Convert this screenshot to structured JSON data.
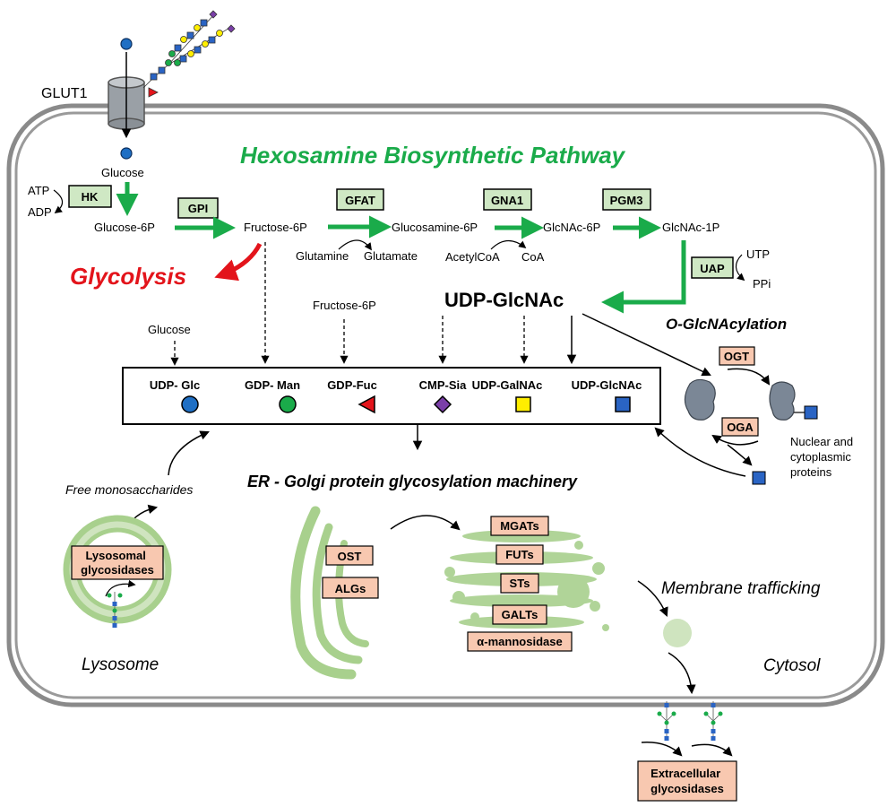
{
  "title": "Hexosamine Biosynthetic Pathway",
  "transporter": "GLUT1",
  "metabolites": {
    "glucose": "Glucose",
    "glucose_6p": "Glucose-6P",
    "fructose_6p": "Fructose-6P",
    "glucosamine_6p": "Glucosamine-6P",
    "glcnac_6p": "GlcNAc-6P",
    "glcnac_1p": "GlcNAc-1P",
    "udp_glcnac": "UDP-GlcNAc"
  },
  "cofactors": {
    "atp": "ATP",
    "adp": "ADP",
    "glutamine": "Glutamine",
    "glutamate": "Glutamate",
    "acetylcoa": "AcetylCoA",
    "coa": "CoA",
    "utp": "UTP",
    "ppi": "PPi"
  },
  "enzymes": {
    "hk": "HK",
    "gpi": "GPI",
    "gfat": "GFAT",
    "gna1": "GNA1",
    "pgm3": "PGM3",
    "uap": "UAP",
    "ogt": "OGT",
    "oga": "OGA"
  },
  "glycolysis": "Glycolysis",
  "o_glcnacylation": "O-GlcNAcylation",
  "sugar_inputs": {
    "glucose": "Glucose",
    "fructose_6p": "Fructose-6P"
  },
  "nucleotide_sugars": [
    {
      "label": "UDP- Glc",
      "color": "#1f6fc4",
      "shape": "circle"
    },
    {
      "label": "GDP- Man",
      "color": "#1aab4a",
      "shape": "circle"
    },
    {
      "label": "GDP-Fuc",
      "color": "#e3141b",
      "shape": "triangle"
    },
    {
      "label": "CMP-Sia",
      "color": "#7a3fa8",
      "shape": "diamond"
    },
    {
      "label": "UDP-GalNAc",
      "color": "#ffee00",
      "shape": "square"
    },
    {
      "label": "UDP-GlcNAc",
      "color": "#2a64c4",
      "shape": "square"
    }
  ],
  "nuclear_proteins": "Nuclear and cytoplasmic proteins",
  "machinery_title": "ER - Golgi protein glycosylation machinery",
  "free_monosaccharides": "Free monosaccharides",
  "lysosome": {
    "enzyme": "Lysosomal glycosidases",
    "label": "Lysosome"
  },
  "er": {
    "enzymes": [
      "OST",
      "ALGs"
    ]
  },
  "golgi": {
    "enzymes": [
      "MGATs",
      "FUTs",
      "STs",
      "GALTs",
      "α-mannosidase"
    ]
  },
  "membrane_trafficking": "Membrane trafficking",
  "cytosol": "Cytosol",
  "extracellular": "Extracellular glycosidases",
  "colors": {
    "hbp_green": "#1aab4a",
    "glycolysis_red": "#e3141b",
    "enzyme_green": "#cfe8c4",
    "enzyme_salmon": "#f8c8b0",
    "organelle_green": "#a8d08d",
    "membrane_grey": "#7f7f7f"
  }
}
